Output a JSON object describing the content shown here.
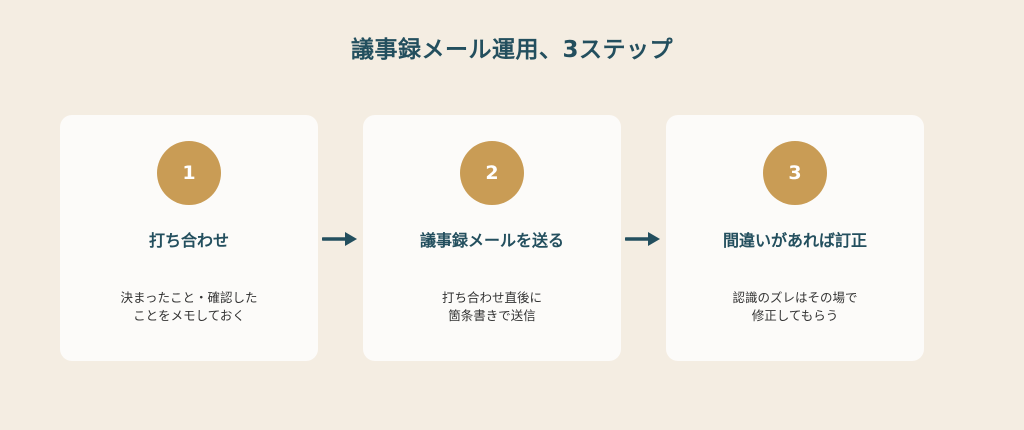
{
  "title": "議事録メール運用、3ステップ",
  "colors": {
    "background": "#f4ede2",
    "card": "#fcfbf9",
    "accent": "#c99c55",
    "heading": "#234f5e",
    "arrow": "#234f5e"
  },
  "steps": [
    {
      "number": "1",
      "title": "打ち合わせ",
      "desc_lines": [
        "決まったこと・確認した",
        "ことをメモしておく"
      ]
    },
    {
      "number": "2",
      "title": "議事録メールを送る",
      "desc_lines": [
        "打ち合わせ直後に",
        "箇条書きで送信"
      ]
    },
    {
      "number": "3",
      "title": "間違いがあれば訂正",
      "desc_lines": [
        "認識のズレはその場で",
        "修正してもらう"
      ]
    }
  ],
  "arrows": [
    {
      "icon": "arrow-right-icon"
    },
    {
      "icon": "arrow-right-icon"
    }
  ]
}
